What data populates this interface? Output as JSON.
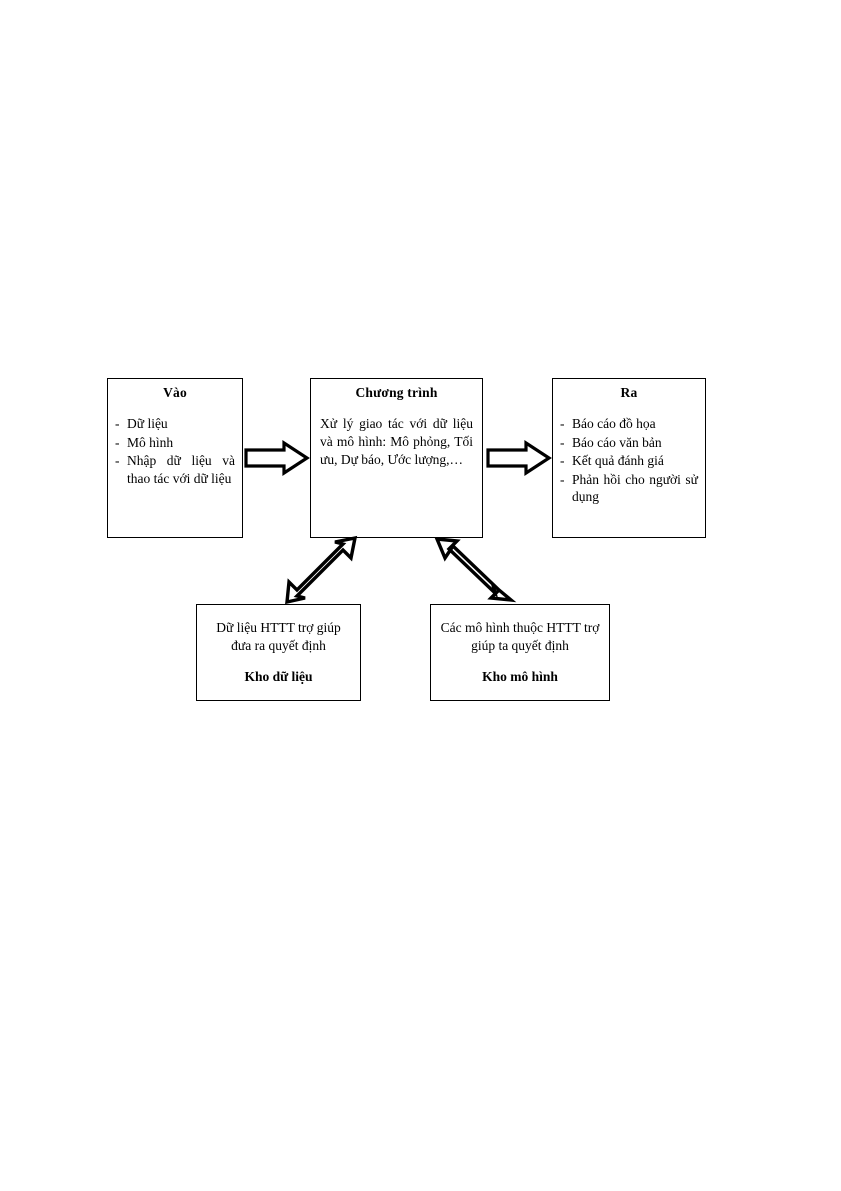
{
  "diagram": {
    "title_hidden": "",
    "boxes": {
      "input": {
        "title": "Vào",
        "items": [
          "Dữ liệu",
          "Mô hình",
          "Nhập dữ liệu và thao tác với dữ liệu"
        ],
        "bullet": "-"
      },
      "program": {
        "title": "Chương trình",
        "body": "Xử lý giao tác với dữ liệu và mô hình: Mô phỏng, Tối ưu, Dự báo, Ước lượng,…"
      },
      "output": {
        "title": "Ra",
        "items": [
          "Báo cáo đồ họa",
          "Báo cáo văn bản",
          "Kết quả đánh giá",
          "Phản hồi cho người sử dụng"
        ],
        "bullet": "-"
      },
      "data_warehouse": {
        "description": "Dữ liệu HTTT trợ giúp đưa ra quyết định",
        "label": "Kho dữ liệu"
      },
      "model_warehouse": {
        "description": "Các mô hình thuộc HTTT trợ giúp ta quyết định",
        "label": "Kho mô hình"
      }
    },
    "arrows": [
      {
        "name": "input-to-program",
        "type": "block-arrow-right",
        "heads": 1,
        "direction": "right"
      },
      {
        "name": "program-to-output",
        "type": "block-arrow-right",
        "heads": 1,
        "direction": "right"
      },
      {
        "name": "program-to-data-warehouse",
        "type": "block-arrow-double",
        "heads": 2,
        "direction": "diagonal-down-left"
      },
      {
        "name": "program-to-model-warehouse",
        "type": "block-arrow-double",
        "heads": 2,
        "direction": "diagonal-down-right"
      }
    ],
    "colors": {
      "stroke": "#000000",
      "fill": "#ffffff",
      "text": "#000000",
      "page_background": "#ffffff"
    }
  }
}
